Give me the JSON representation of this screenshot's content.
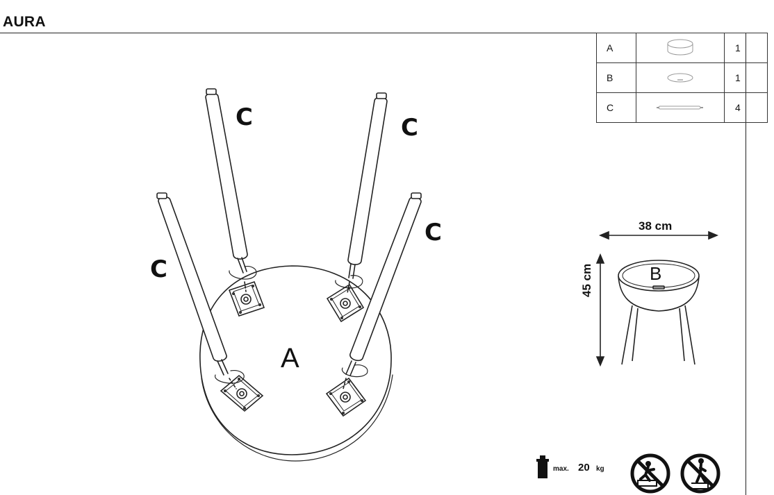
{
  "product": {
    "name": "AURA"
  },
  "parts": [
    {
      "code": "A",
      "icon": "tabletop-body-icon",
      "qty": "1"
    },
    {
      "code": "B",
      "icon": "lid-icon",
      "qty": "1"
    },
    {
      "code": "C",
      "icon": "leg-icon",
      "qty": "4"
    }
  ],
  "drawing": {
    "leg_label": "C",
    "body_label": "A",
    "lid_label": "B"
  },
  "dimensions": {
    "width": "38 cm",
    "height": "45 cm"
  },
  "load": {
    "max_label": "max.",
    "max_value": "20",
    "max_unit": "kg"
  },
  "warnings": [
    "no-standing-icon",
    "no-sitting-icon"
  ]
}
